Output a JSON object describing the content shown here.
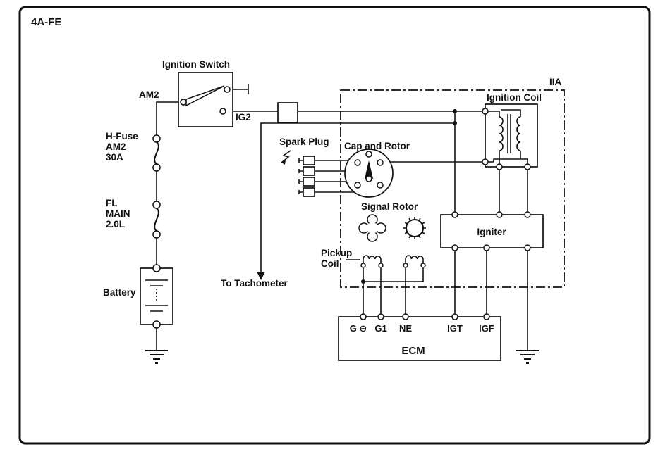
{
  "page": {
    "title": "4A-FE"
  },
  "colors": {
    "line": "#111111",
    "background": "#ffffff"
  },
  "labels": {
    "ignition_switch": "Ignition Switch",
    "am2_terminal": "AM2",
    "ig2_terminal": "IG2",
    "h_fuse": [
      "H-Fuse",
      "AM2",
      "30A"
    ],
    "fusible_link": [
      "FL",
      "MAIN",
      "2.0L"
    ],
    "battery": "Battery",
    "to_tachometer": "To Tachometer",
    "spark_plug": "Spark Plug",
    "cap_and_rotor": "Cap and Rotor",
    "signal_rotor": "Signal Rotor",
    "pickup_coil": [
      "Pickup",
      "Coil"
    ],
    "ignition_coil": "Ignition Coil",
    "iia": "IIA",
    "igniter": "Igniter",
    "ecm": "ECM",
    "ecm_terminals": [
      "G ⊖",
      "G1",
      "NE",
      "IGT",
      "IGF"
    ]
  }
}
